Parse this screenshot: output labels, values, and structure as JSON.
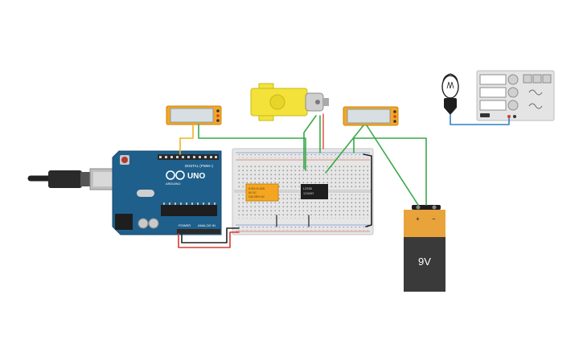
{
  "arduino": {
    "model": "UNO",
    "brand": "ARDUINO",
    "digital_label": "DIGITAL (PWM~)",
    "power_label": "POWER",
    "analog_label": "ANALOG IN",
    "color": "#1f5f8b"
  },
  "relay": {
    "line1": "ICE6-H-025",
    "line2": "5V DC",
    "line3": "10A 250V AC"
  },
  "motor_driver": {
    "line1": "L293D",
    "line2": "1234567"
  },
  "battery": {
    "label": "9V",
    "plus": "+",
    "minus": "−",
    "top_color": "#e8a33a",
    "body_color": "#3a3a3a"
  },
  "wire_colors": {
    "green": "#3aa84a",
    "red": "#d93a2f",
    "black": "#222222",
    "orange": "#f0b323",
    "blue": "#2f7fc4"
  }
}
